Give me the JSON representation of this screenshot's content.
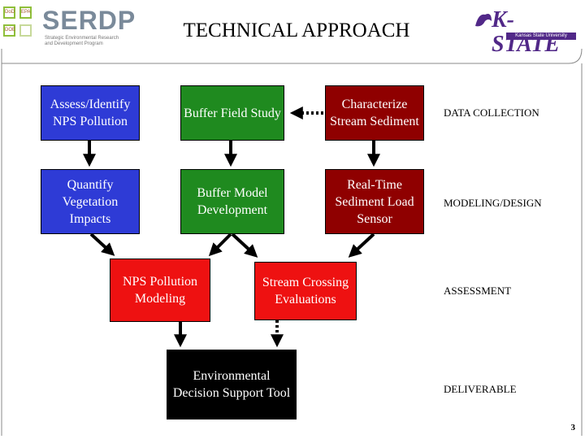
{
  "header": {
    "title": "TECHNICAL APPROACH",
    "serdp_logo": {
      "wordmark": "SERDP",
      "subtitle": "Strategic Environmental Research and Development Program",
      "squares": [
        "DoD",
        "EPA",
        "DOE"
      ]
    },
    "kstate_logo": {
      "wordmark": "K-STATE",
      "subtitle": "Kansas State University"
    }
  },
  "boxes": {
    "assess": "Assess/Identify NPS Pollution",
    "buffer_field": "Buffer Field Study",
    "characterize": "Characterize Stream Sediment",
    "quantify": "Quantify Vegetation Impacts",
    "buffer_model": "Buffer Model Development",
    "realtime": "Real-Time Sediment Load Sensor",
    "nps_modeling": "NPS Pollution Modeling",
    "stream_crossing": "Stream Crossing Evaluations",
    "edst": "Environmental Decision Support Tool"
  },
  "phases": {
    "data_collection": "DATA COLLECTION",
    "modeling_design": "MODELING/DESIGN",
    "assessment": "ASSESSMENT",
    "deliverable": "DELIVERABLE"
  },
  "page_number": "3",
  "colors": {
    "blue": "#2e3bd6",
    "green": "#1f8a1f",
    "dark_red": "#8f0000",
    "red": "#ee1111",
    "black": "#000000",
    "kstate_purple": "#512888"
  }
}
